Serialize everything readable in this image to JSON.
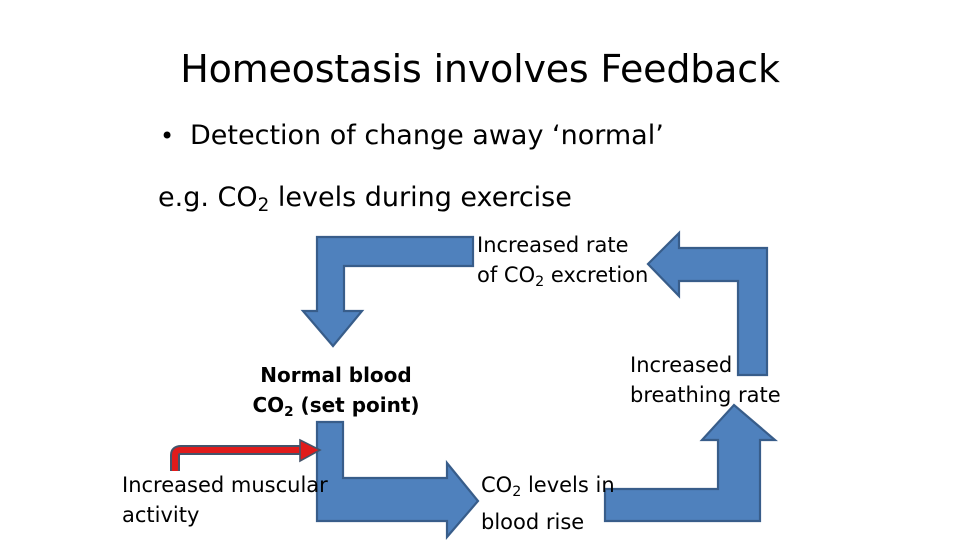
{
  "slide": {
    "title": "Homeostasis involves Feedback",
    "bullet": {
      "marker": "•",
      "text": "Detection of change away ‘normal’"
    },
    "example": {
      "prefix": "e.g. CO",
      "subscript": "2",
      "suffix": " levels during exercise"
    }
  },
  "diagram": {
    "type": "feedback-loop",
    "colors": {
      "arrow_fill": "#4F81BD",
      "arrow_border": "#385D8A",
      "stimulus_arrow": "#E01B1B",
      "stimulus_arrow_border": "#44546A",
      "text": "#000000",
      "background": "#FFFFFF"
    },
    "nodes": [
      {
        "id": "increased-excretion",
        "line1_prefix": "Increased rate",
        "line2_prefix": "of CO",
        "line2_subscript": "2",
        "line2_suffix": " excretion",
        "bold": false
      },
      {
        "id": "set-point",
        "line1": "Normal blood",
        "line2_prefix": "CO",
        "line2_subscript": "2",
        "line2_suffix": " (set point)",
        "bold": true
      },
      {
        "id": "increased-breathing",
        "line1": "Increased",
        "line2": "breathing rate",
        "bold": false
      },
      {
        "id": "increased-muscular-activity",
        "line1": "Increased muscular",
        "line2": "activity",
        "bold": false
      },
      {
        "id": "co2-levels-rise",
        "line1_prefix": "CO",
        "line1_subscript": "2",
        "line1_suffix": " levels in",
        "line2": "blood rise",
        "bold": false
      }
    ],
    "arrows": [
      {
        "id": "excretion-to-setpoint",
        "shape": "bent",
        "from": "increased-excretion",
        "to": "set-point",
        "direction": "left-then-down",
        "color": "#4F81BD"
      },
      {
        "id": "breathing-to-excretion",
        "shape": "bent",
        "from": "increased-breathing",
        "to": "increased-excretion",
        "direction": "up-then-left",
        "color": "#4F81BD"
      },
      {
        "id": "setpoint-to-co2rise",
        "shape": "bent",
        "from": "set-point",
        "to": "co2-levels-rise",
        "direction": "down-then-right",
        "color": "#4F81BD"
      },
      {
        "id": "co2rise-to-breathing",
        "shape": "bent",
        "from": "co2-levels-rise",
        "to": "increased-breathing",
        "direction": "right-then-up",
        "color": "#4F81BD"
      },
      {
        "id": "muscular-activity-stimulus",
        "shape": "elbow",
        "from": "increased-muscular-activity",
        "to": "setpoint-to-co2rise",
        "direction": "up-then-right",
        "color": "#E01B1B"
      }
    ]
  }
}
